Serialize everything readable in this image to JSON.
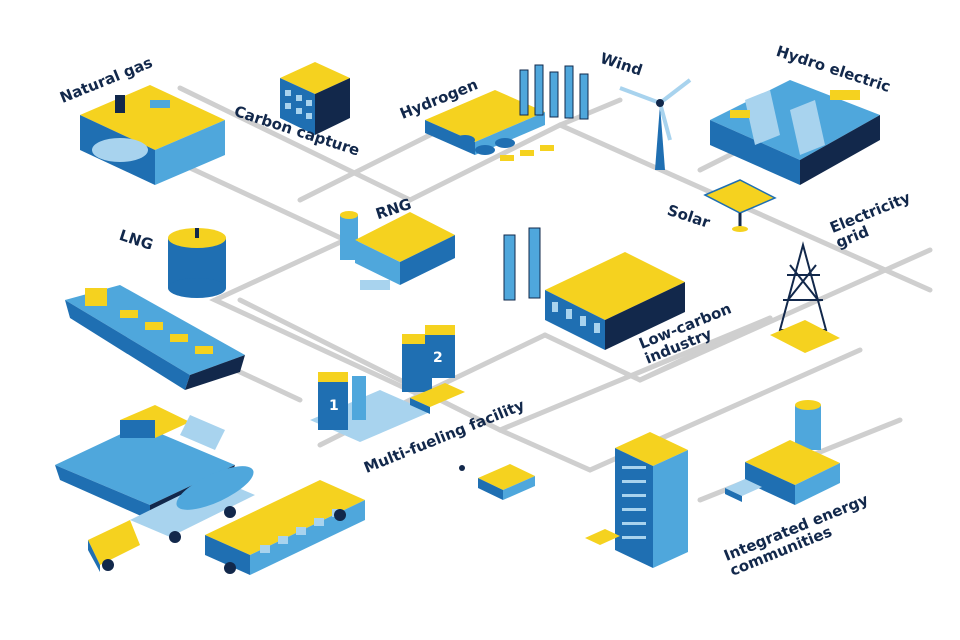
{
  "labels": {
    "natural_gas": "Natural gas",
    "carbon_capture": "Carbon capture",
    "hydrogen": "Hydrogen",
    "wind": "Wind",
    "hydro_electric": "Hydro electric",
    "lng": "LNG",
    "rng": "RNG",
    "solar": "Solar",
    "electricity_grid_1": "Electricity",
    "electricity_grid_2": "grid",
    "low_carbon_1": "Low-carbon",
    "low_carbon_2": "industry",
    "multi_fueling": "Multi-fueling facility",
    "integrated_1": "Integrated energy",
    "integrated_2": "communities",
    "pump_1": "1",
    "pump_2": "2"
  },
  "colors": {
    "navy": "#12284b",
    "blue": "#1f6fb2",
    "light_blue": "#4fa7dc",
    "pale_blue": "#a8d3ee",
    "yellow": "#f5d21f",
    "road": "#c8c8c8"
  }
}
